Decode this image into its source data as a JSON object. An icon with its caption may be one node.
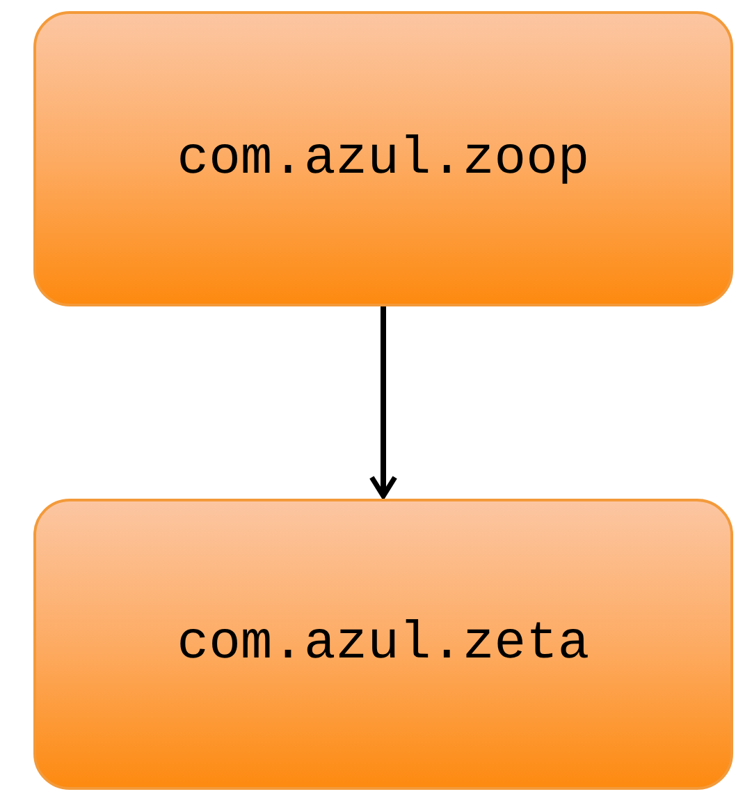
{
  "diagram": {
    "nodes": [
      {
        "text": [
          "com.azul.zoop"
        ]
      },
      {
        "text": [
          "com.azul.zeta"
        ]
      }
    ],
    "edges": [
      {
        "from": 0,
        "to": 1,
        "arrow": "to"
      }
    ]
  }
}
